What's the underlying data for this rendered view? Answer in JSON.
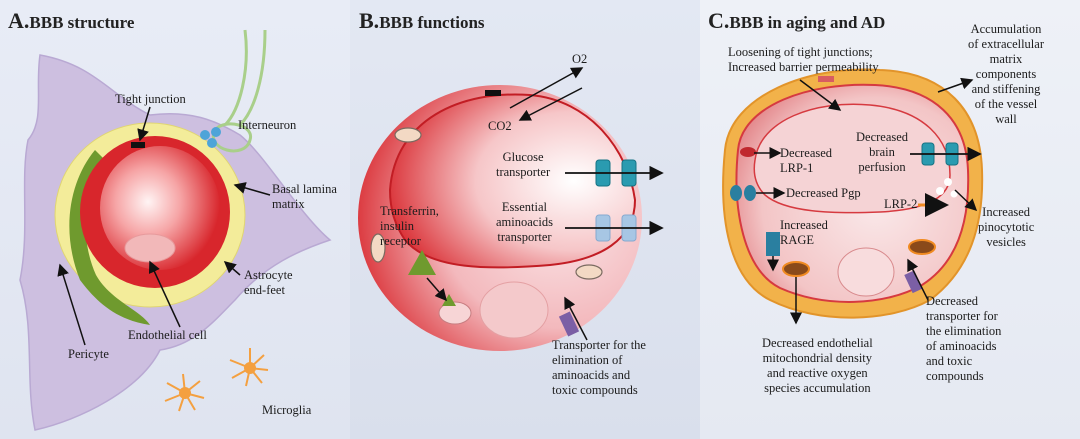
{
  "panels": {
    "a": {
      "letter": "A.",
      "title": "BBB structure",
      "labels": {
        "tight_junction": "Tight junction",
        "interneuron": "Interneuron",
        "basal_lamina": "Basal lamina\nmatrix",
        "astrocyte": "Astrocyte\nend-feet",
        "endothelial": "Endothelial cell",
        "pericyte": "Pericyte",
        "microglia": "Microglia"
      }
    },
    "b": {
      "letter": "B.",
      "title": "BBB functions",
      "labels": {
        "o2": "O2",
        "co2": "CO2",
        "glucose": "Glucose\ntransporter",
        "aminoacids": "Essential\naminoacids\ntransporter",
        "transferrin": "Transferrin,\ninsulin\nreceptor",
        "elimination": "Transporter for the\nelimination of\naminoacids and\ntoxic compounds"
      }
    },
    "c": {
      "letter": "C.",
      "title": "BBB in aging and AD",
      "labels": {
        "loosening": "Loosening of tight junctions;\nIncreased barrier permeability",
        "ecm": "Accumulation\nof extracellular\nmatrix\ncomponents\nand stiffening\nof the vessel\nwall",
        "lrp1": "Decreased\nLRP-1",
        "perfusion": "Decreased\nbrain\nperfusion",
        "pgp": "Decreased Pgp",
        "lrp2": "LRP-2",
        "pinocytotic": "Increased\npinocytotic\nvesicles",
        "rage": "Increased\nRAGE",
        "mito": "Decreased endothelial\nmitochondrial density\nand reactive oxygen\nspecies accumulation",
        "dec_transporter": "Decreased\ntransporter for\nthe elimination\nof aminoacids\nand toxic\ncompounds"
      }
    }
  },
  "colors": {
    "endothelium_red": "#d8262c",
    "pericyte_green": "#6f9a2e",
    "astrocyte_lilac": "#cdbfe0",
    "basal_lamina": "#f3ec9a",
    "outer_orange": "#f2b24a",
    "transporter_teal": "#2a9bb0",
    "microglia_orange": "#f4a040"
  }
}
